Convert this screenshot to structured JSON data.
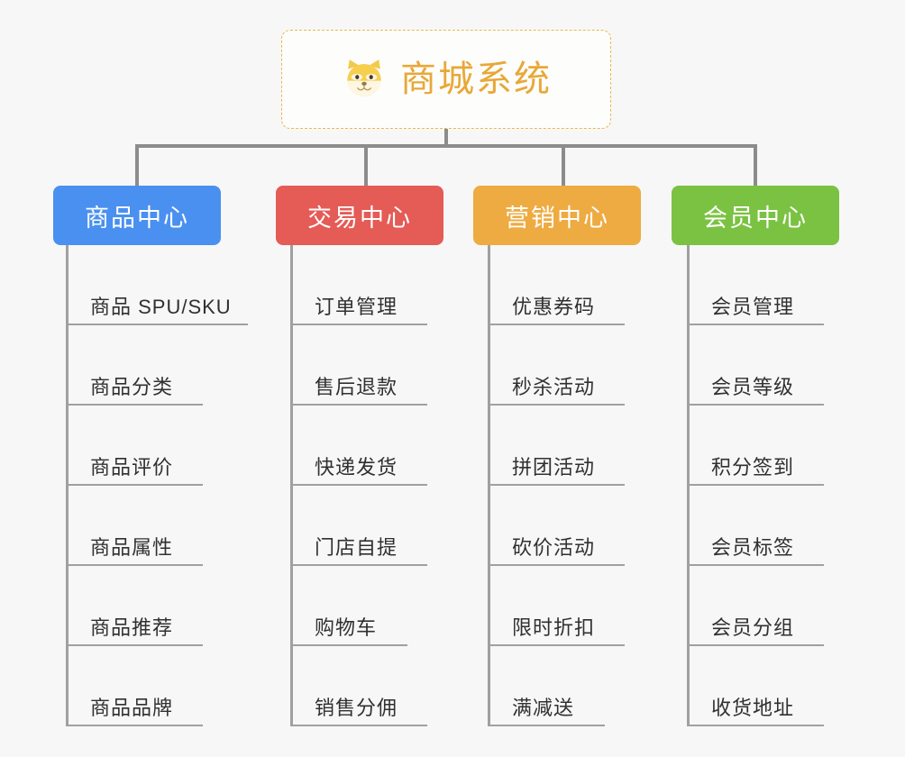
{
  "root": {
    "title": "商城系统",
    "icon": "shiba-dog-face-icon",
    "border_color": "#e9b84f",
    "text_color": "#e8a838",
    "background": "#fdfdfb"
  },
  "canvas": {
    "background": "#f7f7f7",
    "connector_color": "#8c8c8c",
    "leaf_line_color": "#a0a0a0"
  },
  "branches": [
    {
      "label": "商品中心",
      "color": "#4a90f0",
      "items": [
        "商品 SPU/SKU",
        "商品分类",
        "商品评价",
        "商品属性",
        "商品推荐",
        "商品品牌"
      ]
    },
    {
      "label": "交易中心",
      "color": "#e55b56",
      "items": [
        "订单管理",
        "售后退款",
        "快递发货",
        "门店自提",
        "购物车",
        "销售分佣"
      ]
    },
    {
      "label": "营销中心",
      "color": "#eeab41",
      "items": [
        "优惠券码",
        "秒杀活动",
        "拼团活动",
        "砍价活动",
        "限时折扣",
        "满减送"
      ]
    },
    {
      "label": "会员中心",
      "color": "#7bc242",
      "items": [
        "会员管理",
        "会员等级",
        "积分签到",
        "会员标签",
        "会员分组",
        "收货地址"
      ]
    }
  ]
}
